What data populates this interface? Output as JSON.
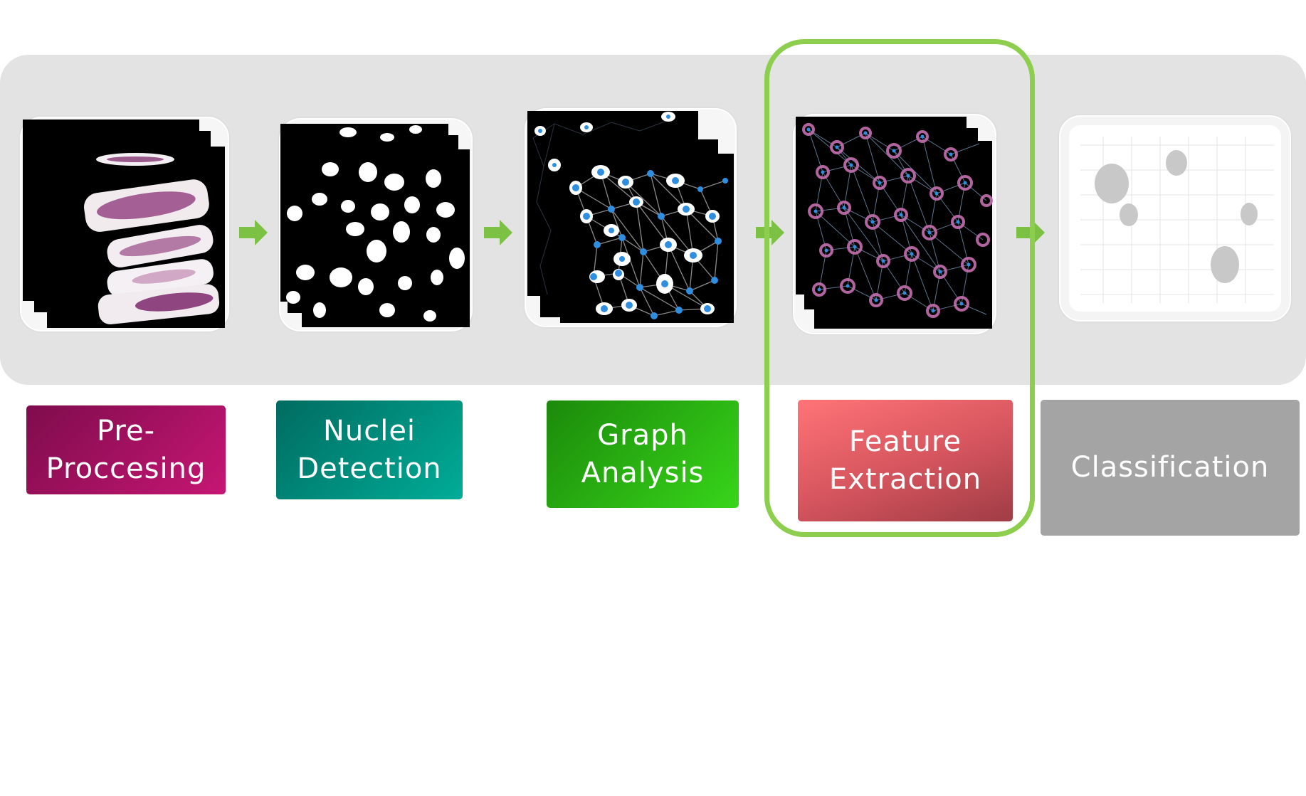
{
  "stages": [
    {
      "label": "Pre-\nProccesing",
      "color_from": "#7e0c4c",
      "color_to": "#c61673"
    },
    {
      "label": "Nuclei\nDetection",
      "color_from": "#006b60",
      "color_to": "#00ad98"
    },
    {
      "label": "Graph\nAnalysis",
      "color_from": "#1b8a0a",
      "color_to": "#38d51a"
    },
    {
      "label": "Feature\nExtraction",
      "color_from": "#ff7477",
      "color_to": "#9f3c45"
    },
    {
      "label": "Classification",
      "color_from": "#a4a4a4",
      "color_to": "#a4a4a4"
    }
  ],
  "highlighted_stage": "Feature\nExtraction",
  "colors": {
    "band": "#e3e3e3",
    "arrow": "#7cc144",
    "highlight": "#8ece4f",
    "node_blue": "#2f8ee0",
    "feature_pink": "#c66fb0"
  }
}
